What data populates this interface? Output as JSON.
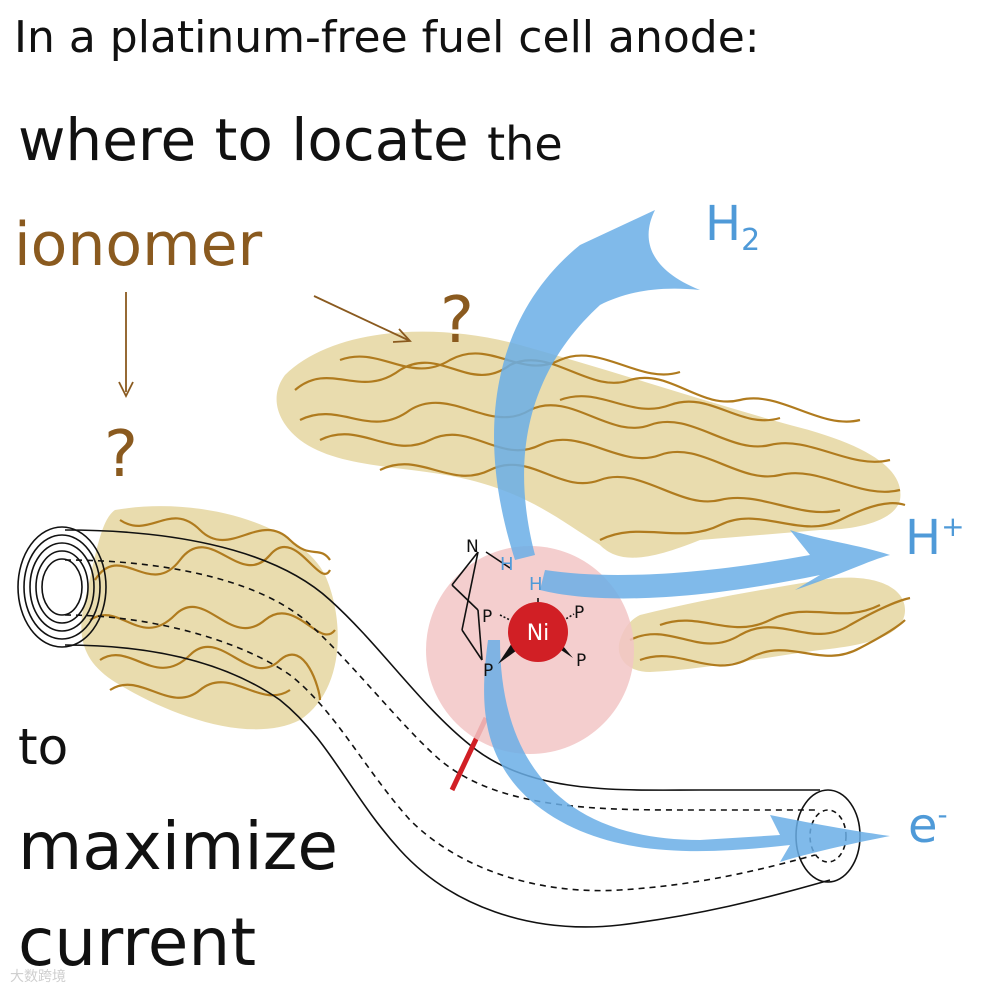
{
  "title": {
    "line1": "In a platinum-free fuel cell anode:",
    "line2_main": "where to locate ",
    "line2_small": "the",
    "highlight": "ionomer"
  },
  "footer": {
    "to": "to",
    "maximize": "maximize",
    "current": "current"
  },
  "question_marks": [
    "?",
    "?"
  ],
  "labels": {
    "h2": "H",
    "h2_sub": "2",
    "hplus": "H",
    "hplus_sup": "+",
    "eminus": "e",
    "eminus_sup": "-"
  },
  "molecule": {
    "metal": "Ni",
    "n": "N",
    "p": "P",
    "h": "H"
  },
  "watermark": "大数跨境",
  "colors": {
    "ionomer_fill": "#e9dcae",
    "ionomer_strand": "#b07b1e",
    "ionomer_text": "#8a5a1f",
    "flow_blue": "#6aaee6",
    "label_blue": "#4f9ad8",
    "nickel_red": "#d11f25",
    "catalyst_halo": "#f2c6c6"
  }
}
